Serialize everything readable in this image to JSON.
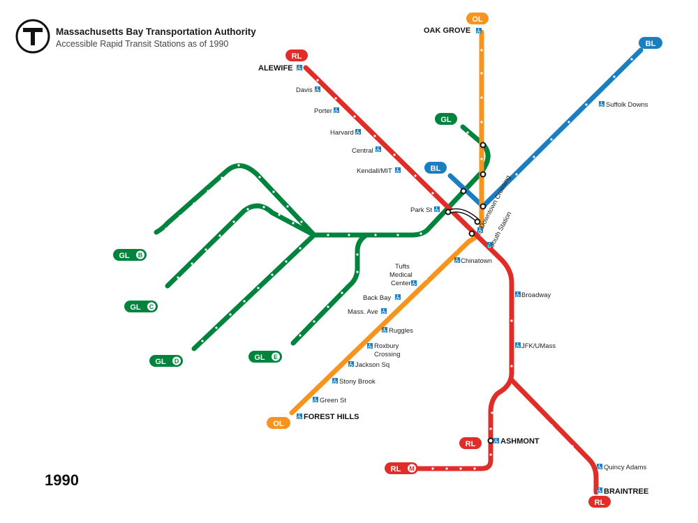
{
  "header": {
    "logo_letter": "T",
    "authority": "Massachusetts Bay Transportation Authority",
    "subtitle": "Accessible Rapid Transit Stations as of 1990"
  },
  "year": "1990",
  "colors": {
    "red": "#e12d27",
    "orange": "#f7941d",
    "blue": "#1b7ec1",
    "green": "#00843d"
  },
  "lines": {
    "red": "RL",
    "orange": "OL",
    "blue": "BL",
    "green": "GL",
    "branch_b": "B",
    "branch_c": "C",
    "branch_d": "D",
    "branch_e": "E",
    "mattapan": "M"
  },
  "stations": {
    "alewife": "ALEWIFE",
    "davis": "Davis",
    "porter": "Porter",
    "harvard": "Harvard",
    "central": "Central",
    "kendall": "Kendall/MIT",
    "park_st": "Park St",
    "downtown_crossing": "Downtown Crossing",
    "south_station": "South Station",
    "broadway": "Broadway",
    "jfk": "JFK/UMass",
    "ashmont": "ASHMONT",
    "quincy_adams": "Quincy Adams",
    "braintree": "BRAINTREE",
    "oak_grove": "OAK GROVE",
    "chinatown": "Chinatown",
    "tufts_1": "Tufts",
    "tufts_2": "Medical",
    "tufts_3": "Center",
    "back_bay": "Back Bay",
    "mass_ave": "Mass. Ave",
    "ruggles": "Ruggles",
    "roxbury_1": "Roxbury",
    "roxbury_2": "Crossing",
    "jackson_sq": "Jackson Sq",
    "stony_brook": "Stony Brook",
    "green_st": "Green St",
    "forest_hills": "FOREST HILLS",
    "suffolk_downs": "Suffolk Downs"
  }
}
